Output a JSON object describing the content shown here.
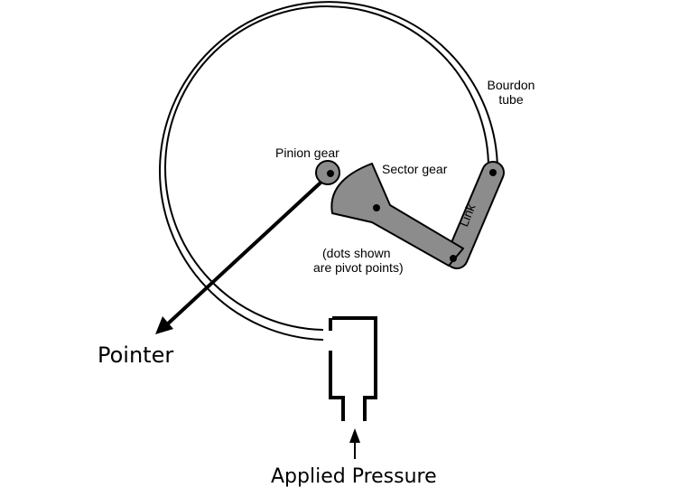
{
  "labels": {
    "bourdon_tube_line1": "Bourdon",
    "bourdon_tube_line2": "tube",
    "pinion_gear": "Pinion gear",
    "sector_gear": "Sector gear",
    "link": "Link",
    "note_line1": "(dots shown",
    "note_line2": "are pivot points)",
    "pointer": "Pointer",
    "applied_pressure": "Applied Pressure"
  },
  "colors": {
    "line": "#000000",
    "part_fill": "#8c8c8c",
    "background": "#ffffff"
  }
}
